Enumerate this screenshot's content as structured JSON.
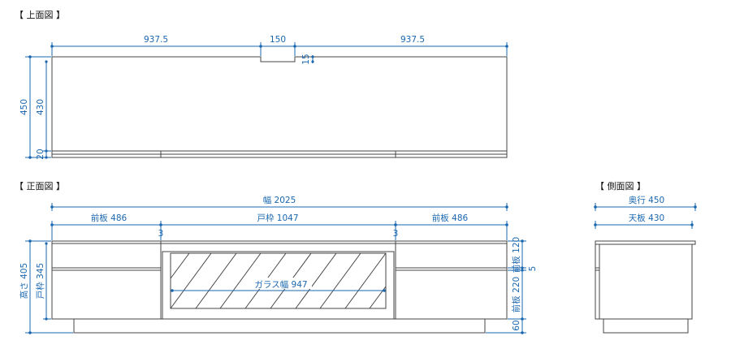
{
  "views": {
    "top": {
      "title": "【 上面図 】",
      "dims": {
        "left_width": "937.5",
        "notch_width": "150",
        "right_width": "937.5",
        "notch_depth": "15",
        "total_depth": "450",
        "inner_depth": "430",
        "front_thickness": "20"
      }
    },
    "front": {
      "title": "【 正面図 】",
      "dims": {
        "total_width": "幅 2025",
        "left_panel": "前板 486",
        "door_frame": "戸枠 1047",
        "right_panel": "前板 486",
        "gap_left": "3",
        "gap_right": "3",
        "height": "高さ 405",
        "frame_height": "戸枠 345",
        "front_top": "前板 120",
        "gap_mid": "5",
        "front_bottom": "前板 220",
        "plinth": "60",
        "glass_width": "ガラス幅 947"
      }
    },
    "side": {
      "title": "【 側面図 】",
      "dims": {
        "depth": "奥行 450",
        "top_depth": "天板 430"
      }
    }
  }
}
